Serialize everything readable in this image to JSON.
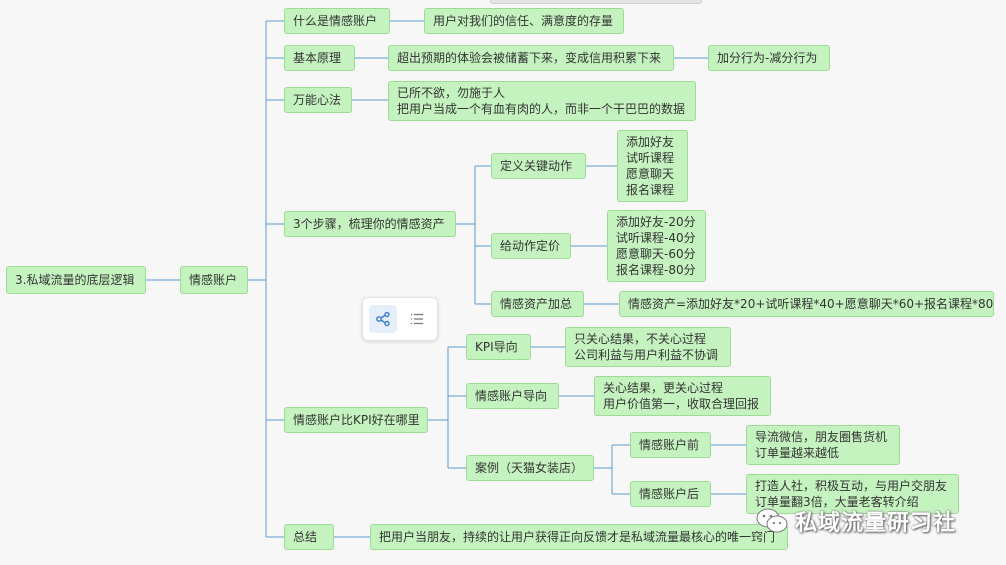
{
  "colors": {
    "node_fill": "#c5f3c0",
    "node_border": "#9ddc95",
    "connector": "#5b9bd5",
    "background": "#f7f7f7"
  },
  "mindmap": {
    "root": "3.私域流量的底层逻辑",
    "center": "情感账户",
    "what_is": {
      "label": "什么是情感账户",
      "detail": "用户对我们的信任、满意度的存量"
    },
    "principle": {
      "label": "基本原理",
      "detail": "超出预期的体验会被储蓄下来，变成信用积累下来",
      "sub": "加分行为-减分行为"
    },
    "universal": {
      "label": "万能心法",
      "lines": [
        "已所不欲，勿施于人",
        "把用户当成一个有血有肉的人，而非一个干巴巴的数据"
      ]
    },
    "steps": {
      "label": "3个步骤，梳理你的情感资产",
      "define": {
        "label": "定义关键动作",
        "lines": [
          "添加好友",
          "试听课程",
          "愿意聊天",
          "报名课程"
        ]
      },
      "price": {
        "label": "给动作定价",
        "lines": [
          "添加好友-20分",
          "试听课程-40分",
          "愿意聊天-60分",
          "报名课程-80分"
        ]
      },
      "sum": {
        "label": "情感资产加总",
        "detail": "情感资产=添加好友*20+试听课程*40+愿意聊天*60+报名课程*80"
      }
    },
    "kpi": {
      "label": "情感账户比KPI好在哪里",
      "kpi_oriented": {
        "label": "KPI导向",
        "lines": [
          "只关心结果，不关心过程",
          "公司利益与用户利益不协调"
        ]
      },
      "account_oriented": {
        "label": "情感账户导向",
        "lines": [
          "关心结果，更关心过程",
          "用户价值第一，收取合理回报"
        ]
      },
      "case": {
        "label": "案例（天猫女装店）",
        "before": {
          "label": "情感账户前",
          "lines": [
            "导流微信，朋友圈售货机",
            "订单量越来越低"
          ]
        },
        "after": {
          "label": "情感账户后",
          "lines": [
            "打造人社，积极互动，与用户交朋友",
            "订单量翻3倍，大量老客转介绍"
          ]
        }
      }
    },
    "summary": {
      "label": "总结",
      "detail": "把用户当朋友，持续的让用户获得正向反馈才是私域流量最核心的唯一窍门"
    }
  },
  "toolbar": {
    "icons": [
      "mindmap-icon",
      "list-icon"
    ]
  },
  "watermark": {
    "text": "私域流量研习社",
    "icon": "wechat-icon"
  }
}
